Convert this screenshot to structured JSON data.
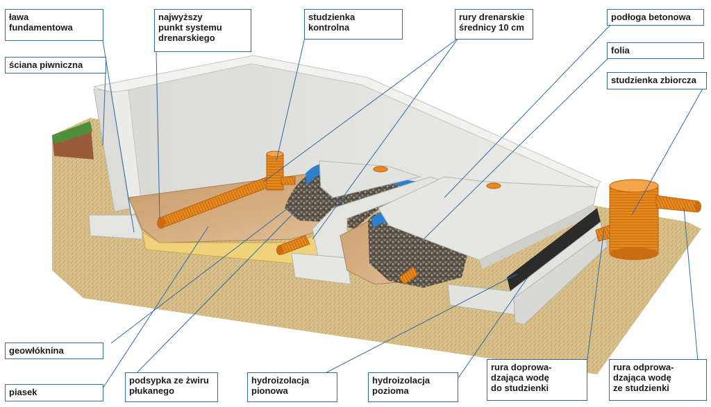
{
  "labels": {
    "lawa_fundamentowa": "ława\nfundamentowa",
    "sciana_piwniczna": "ściana piwniczna",
    "najwyzszy_punkt": "najwyższy\npunkt systemu\ndrenarskiego",
    "studzienka_kontrolna": "studzienka\nkontrolna",
    "rury_drenarskie": "rury drenarskie\nśrednicy 10 cm",
    "podloga_betonowa": "podłoga betonowa",
    "folia": "folia",
    "studzienka_zbiorcza": "studzienka zbiorcza",
    "geowloknina": "geowłóknina",
    "piasek": "piasek",
    "podsypka": "podsypka ze żwiru\npłukanego",
    "hydroizolacja_pionowa": "hydroizolacja\npionowa",
    "hydroizolacja_pozioma": "hydroizolacja\npozioma",
    "rura_doprowadzajaca": "rura doprowa-\ndzająca wodę\ndo studzienki",
    "rura_odprowadzajaca": "rura odprowa-\ndzająca wodę\nze studzienki"
  },
  "colors": {
    "label_border": "#2f6aa8",
    "leader_line": "#2f6aa8",
    "concrete": "#e6e6e2",
    "sand": "#d8c08a",
    "pipe": "#e88a1e",
    "waterproofing": "#2f7fd0",
    "foil": "#2b2b2b",
    "grass": "#4f8f3a"
  }
}
